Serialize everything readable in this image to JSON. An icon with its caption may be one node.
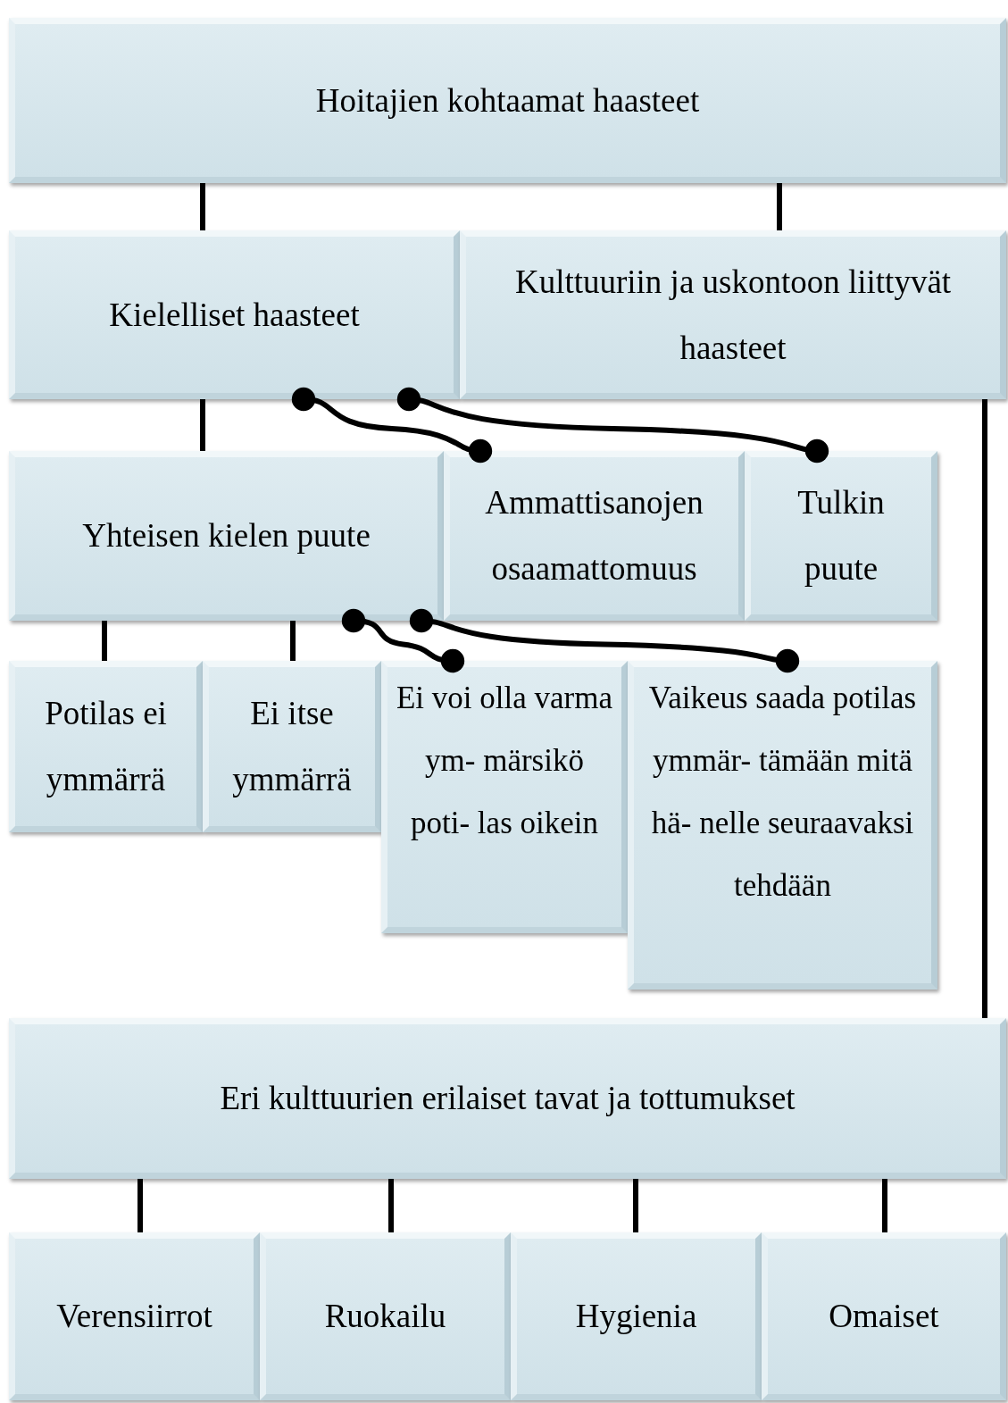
{
  "diagram": {
    "nodes": [
      {
        "text": [
          "Hoitajien kohtaamat haasteet"
        ]
      },
      {
        "text": [
          "Kielelliset haasteet"
        ]
      },
      {
        "text": [
          "Kulttuuriin ja uskontoon liittyvät haasteet"
        ]
      },
      {
        "text": [
          "Yhteisen kielen puute"
        ]
      },
      {
        "text": [
          "Ammattisanojen osaamattomuus"
        ]
      },
      {
        "text": [
          "Tulkin puute"
        ]
      },
      {
        "text": [
          "Potilas ei ymmärrä"
        ]
      },
      {
        "text": [
          "Ei itse ymmärrä"
        ]
      },
      {
        "text": [
          "Ei voi olla varma ym- märsikö poti- las oikein"
        ]
      },
      {
        "text": [
          "Vaikeus saada potilas ymmär- tämään mitä hä- nelle seuraavaksi tehdään"
        ]
      },
      {
        "text": [
          "Eri kulttuurien erilaiset tavat ja tottumukset"
        ]
      },
      {
        "text": [
          "Verensiirrot"
        ]
      },
      {
        "text": [
          "Ruokailu"
        ]
      },
      {
        "text": [
          "Hygienia"
        ]
      },
      {
        "text": [
          "Omaiset"
        ]
      }
    ],
    "edges": [
      {
        "from": 0,
        "to": 1,
        "arrow": "none"
      },
      {
        "from": 0,
        "to": 2,
        "arrow": "none"
      },
      {
        "from": 1,
        "to": 3,
        "arrow": "none"
      },
      {
        "from": 1,
        "to": 4,
        "arrow": "other"
      },
      {
        "from": 1,
        "to": 5,
        "arrow": "other"
      },
      {
        "from": 3,
        "to": 6,
        "arrow": "none"
      },
      {
        "from": 3,
        "to": 7,
        "arrow": "none"
      },
      {
        "from": 3,
        "to": 8,
        "arrow": "other"
      },
      {
        "from": 3,
        "to": 9,
        "arrow": "other"
      },
      {
        "from": 2,
        "to": 10,
        "arrow": "none"
      },
      {
        "from": 10,
        "to": 11,
        "arrow": "none"
      },
      {
        "from": 10,
        "to": 12,
        "arrow": "none"
      },
      {
        "from": 10,
        "to": 13,
        "arrow": "none"
      },
      {
        "from": 10,
        "to": 14,
        "arrow": "none"
      }
    ]
  }
}
